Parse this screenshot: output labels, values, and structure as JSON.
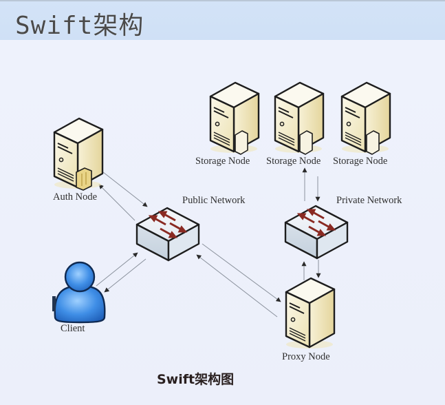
{
  "slide": {
    "title": "Swift架构",
    "caption": "Swift架构图"
  },
  "nodes": {
    "auth": {
      "label": "Auth Node",
      "icon": "server-with-key-icon"
    },
    "client": {
      "label": "Client",
      "icon": "user-icon"
    },
    "public_network": {
      "label": "Public Network",
      "icon": "network-switch-icon"
    },
    "private_network": {
      "label": "Private Network",
      "icon": "network-switch-icon"
    },
    "proxy": {
      "label": "Proxy Node",
      "icon": "server-icon"
    },
    "storage": [
      {
        "label": "Storage Node",
        "icon": "server-with-storage-icon"
      },
      {
        "label": "Storage Node",
        "icon": "server-with-storage-icon"
      },
      {
        "label": "Storage Node",
        "icon": "server-with-storage-icon"
      }
    ]
  },
  "connections": [
    {
      "from": "Auth Node",
      "to": "Public Network",
      "direction": "bidirectional"
    },
    {
      "from": "Client",
      "to": "Public Network",
      "direction": "bidirectional"
    },
    {
      "from": "Public Network",
      "to": "Proxy Node",
      "direction": "bidirectional"
    },
    {
      "from": "Proxy Node",
      "to": "Private Network",
      "direction": "bidirectional"
    },
    {
      "from": "Private Network",
      "to": "Storage Node",
      "direction": "bidirectional"
    }
  ],
  "colors": {
    "header_band": "#d3e3f7",
    "background": "#eef1fb",
    "server_body": "#f3eccb",
    "switch_body": "#dfe6ef",
    "switch_arrow": "#8a2a22",
    "client_blue": "#3a7fd6",
    "connector": "#8a919c"
  }
}
